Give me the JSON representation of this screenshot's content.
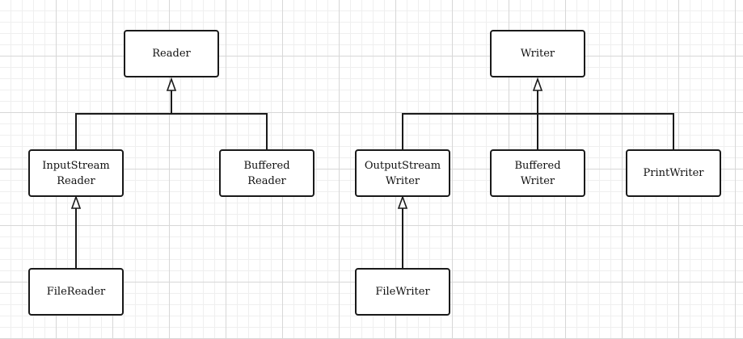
{
  "diagram": {
    "nodes": {
      "reader": {
        "lines": [
          "Reader"
        ]
      },
      "inputstream_reader": {
        "lines": [
          "InputStream",
          "Reader"
        ]
      },
      "buffered_reader": {
        "lines": [
          "Buffered",
          "Reader"
        ]
      },
      "file_reader": {
        "lines": [
          "FileReader"
        ]
      },
      "writer": {
        "lines": [
          "Writer"
        ]
      },
      "outputstream_writer": {
        "lines": [
          "OutputStream",
          "Writer"
        ]
      },
      "buffered_writer": {
        "lines": [
          "Buffered",
          "Writer"
        ]
      },
      "print_writer": {
        "lines": [
          "PrintWriter"
        ]
      },
      "file_writer": {
        "lines": [
          "FileWriter"
        ]
      }
    },
    "edges": [
      {
        "from": "inputstream_reader",
        "to": "reader",
        "type": "inheritance"
      },
      {
        "from": "buffered_reader",
        "to": "reader",
        "type": "inheritance"
      },
      {
        "from": "file_reader",
        "to": "inputstream_reader",
        "type": "inheritance"
      },
      {
        "from": "outputstream_writer",
        "to": "writer",
        "type": "inheritance"
      },
      {
        "from": "buffered_writer",
        "to": "writer",
        "type": "inheritance"
      },
      {
        "from": "print_writer",
        "to": "writer",
        "type": "inheritance"
      },
      {
        "from": "file_writer",
        "to": "outputstream_writer",
        "type": "inheritance"
      }
    ],
    "colors": {
      "stroke": "#1a1a1a",
      "node_fill": "#ffffff",
      "grid_major": "#d7d7d7",
      "grid_minor": "#efefef"
    }
  }
}
